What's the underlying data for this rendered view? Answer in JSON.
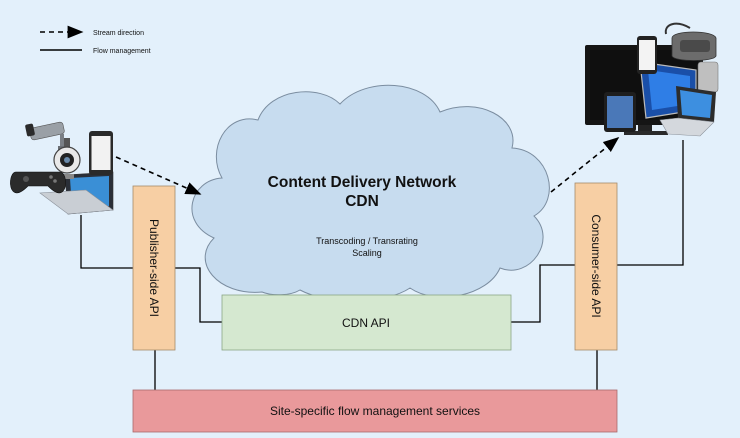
{
  "legend": {
    "stream_direction": "Stream direction",
    "flow_management": "Flow management"
  },
  "cdn": {
    "title_line1": "Content Delivery Network",
    "title_line2": "CDN",
    "sub_line1": "Transcoding / Transrating",
    "sub_line2": "Scaling"
  },
  "boxes": {
    "publisher_api": "Publisher-side API",
    "consumer_api": "Consumer-side API",
    "cdn_api": "CDN API",
    "site_services": "Site-specific flow management services"
  },
  "colors": {
    "background": "#e3f0fb",
    "cloud_fill": "#c7dcef",
    "api_box_fill": "#f7cfa4",
    "cdn_api_fill": "#d5e8d0",
    "services_fill": "#e9999b"
  },
  "icons": {
    "publisher_devices": [
      "security-camera-icon",
      "webcam-icon",
      "gamepad-icon",
      "laptop-icon",
      "smartphone-icon"
    ],
    "consumer_devices": [
      "monitor-icon",
      "vr-headset-icon",
      "smartphone-icon",
      "tablet-icon",
      "laptop-icon"
    ]
  }
}
